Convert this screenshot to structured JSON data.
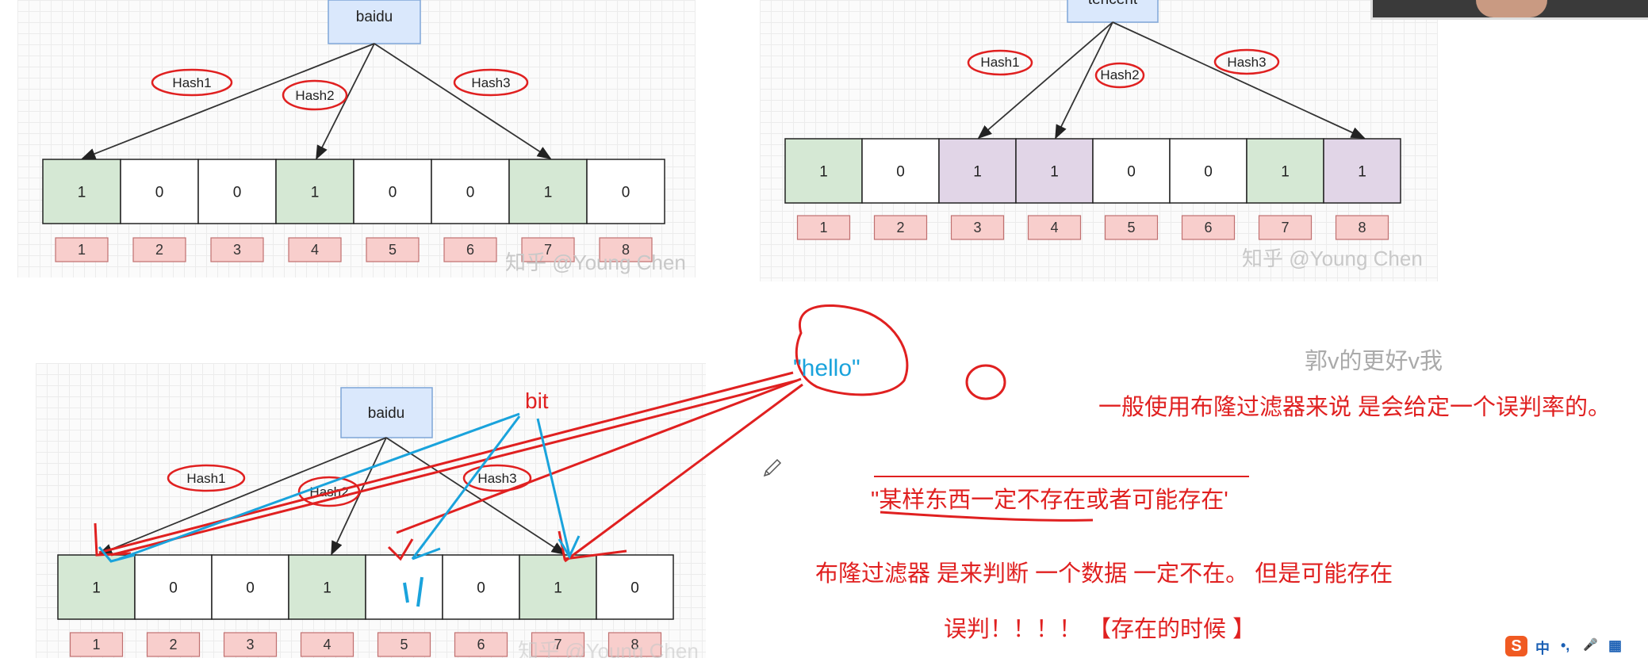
{
  "diagram1": {
    "node": "baidu",
    "hashes": [
      "Hash1",
      "Hash2",
      "Hash3"
    ],
    "cells": [
      "1",
      "0",
      "0",
      "1",
      "0",
      "0",
      "1",
      "0"
    ],
    "indices": [
      "1",
      "2",
      "3",
      "4",
      "5",
      "6",
      "7",
      "8"
    ],
    "watermark": "知乎 @Young Chen"
  },
  "diagram2": {
    "node": "tencent",
    "hashes": [
      "Hash1",
      "Hash2",
      "Hash3"
    ],
    "cells": [
      "1",
      "0",
      "1",
      "1",
      "0",
      "0",
      "1",
      "1"
    ],
    "indices": [
      "1",
      "2",
      "3",
      "4",
      "5",
      "6",
      "7",
      "8"
    ],
    "watermark": "知乎 @Young Chen"
  },
  "diagram3": {
    "node": "baidu",
    "hashes": [
      "Hash1",
      "Hash2",
      "Hash3"
    ],
    "cells": [
      "1",
      "0",
      "0",
      "1",
      "",
      "0",
      "1",
      "0"
    ],
    "indices": [
      "1",
      "2",
      "3",
      "4",
      "5",
      "6",
      "7",
      "8"
    ],
    "watermark": "知乎 @Young Chen"
  },
  "annotations": {
    "bit": "bit",
    "hello": "\"hello\"",
    "faded": "郭v的更好v我",
    "line1": "一般使用布隆过滤器来说 是会给定一个误判率的。",
    "quote": "\"某样东西一定不存在或者可能存在'",
    "line2": "布隆过滤器 是来判断  一个数据  一定不在。 但是可能存在",
    "line3": "误判！！！！  【存在的时候 】"
  },
  "ime": {
    "logo": "S",
    "lang": "中",
    "punct": "•,",
    "mic": "🎤",
    "grid": "▦"
  },
  "colors": {
    "green": "#d5e8d4",
    "purple": "#e1d5e7",
    "index_fill": "#f8cecc",
    "node_fill": "#dae8fc",
    "red_ink": "#e02020",
    "blue_ink": "#1aa3dc"
  }
}
